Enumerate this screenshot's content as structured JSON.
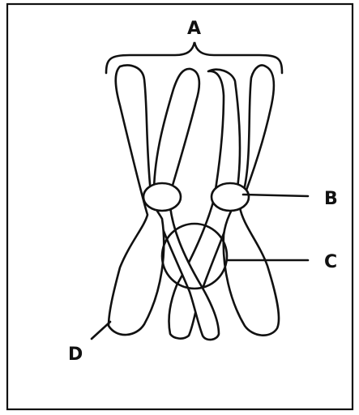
{
  "labels": {
    "a": "A",
    "b": "B",
    "c": "C",
    "d": "D"
  },
  "colors": {
    "stroke": "#111111",
    "fill": "#ffffff",
    "background": "#ffffff"
  }
}
